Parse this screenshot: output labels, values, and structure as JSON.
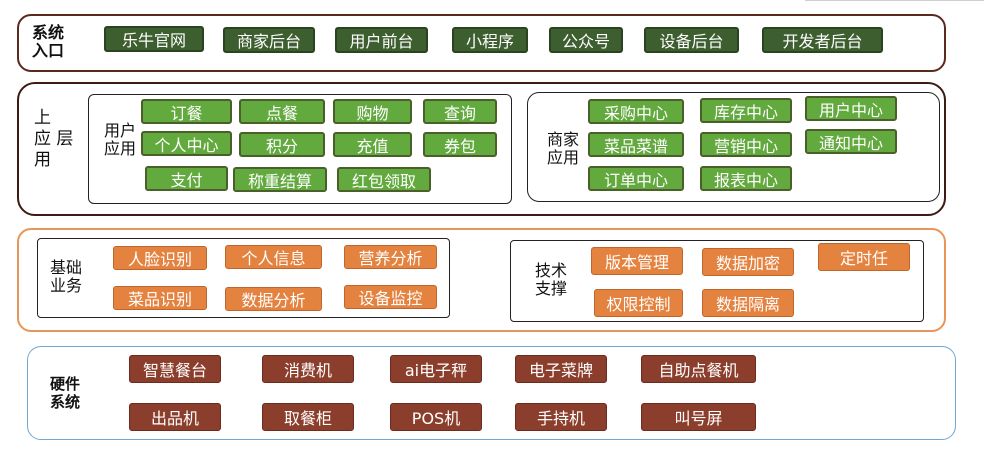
{
  "layers": {
    "entry": {
      "label": "系统\n入口",
      "items": [
        "乐牛官网",
        "商家后台",
        "用户前台",
        "小程序",
        "公众号",
        "设备后台",
        "开发者后台"
      ]
    },
    "upper": {
      "label": "上\n应 层\n用",
      "user_app": {
        "label": "用户\n应用",
        "items": [
          "订餐",
          "点餐",
          "购物",
          "查询",
          "个人中心",
          "积分",
          "充值",
          "券包",
          "支付",
          "称重结算",
          "红包领取"
        ]
      },
      "merchant_app": {
        "label": "商家\n应用",
        "items": [
          "采购中心",
          "库存中心",
          "用户中心",
          "菜品菜谱",
          "营销中心",
          "通知中心",
          "订单中心",
          "报表中心"
        ]
      }
    },
    "base": {
      "basic_business": {
        "label": "基础\n业务",
        "items": [
          "人脸识别",
          "个人信息",
          "营养分析",
          "菜品识别",
          "数据分析",
          "设备监控"
        ]
      },
      "tech_support": {
        "label": "技术\n支撑",
        "items": [
          "版本管理",
          "数据加密",
          "定时任",
          "权限控制",
          "数据隔离"
        ]
      }
    },
    "hardware": {
      "label": "硬件\n系统",
      "items": [
        "智慧餐台",
        "消费机",
        "ai电子秤",
        "电子菜牌",
        "自助点餐机",
        "出品机",
        "取餐柜",
        "POS机",
        "手持机",
        "叫号屏"
      ]
    }
  },
  "colors": {
    "entry_button": "#3d5e2f",
    "app_button": "#62a93e",
    "base_button": "#e4823f",
    "hardware_button": "#8c3e2c",
    "entry_border": "#5b2a1e",
    "base_border": "#e8955a",
    "hardware_border": "#6fa8d6"
  }
}
